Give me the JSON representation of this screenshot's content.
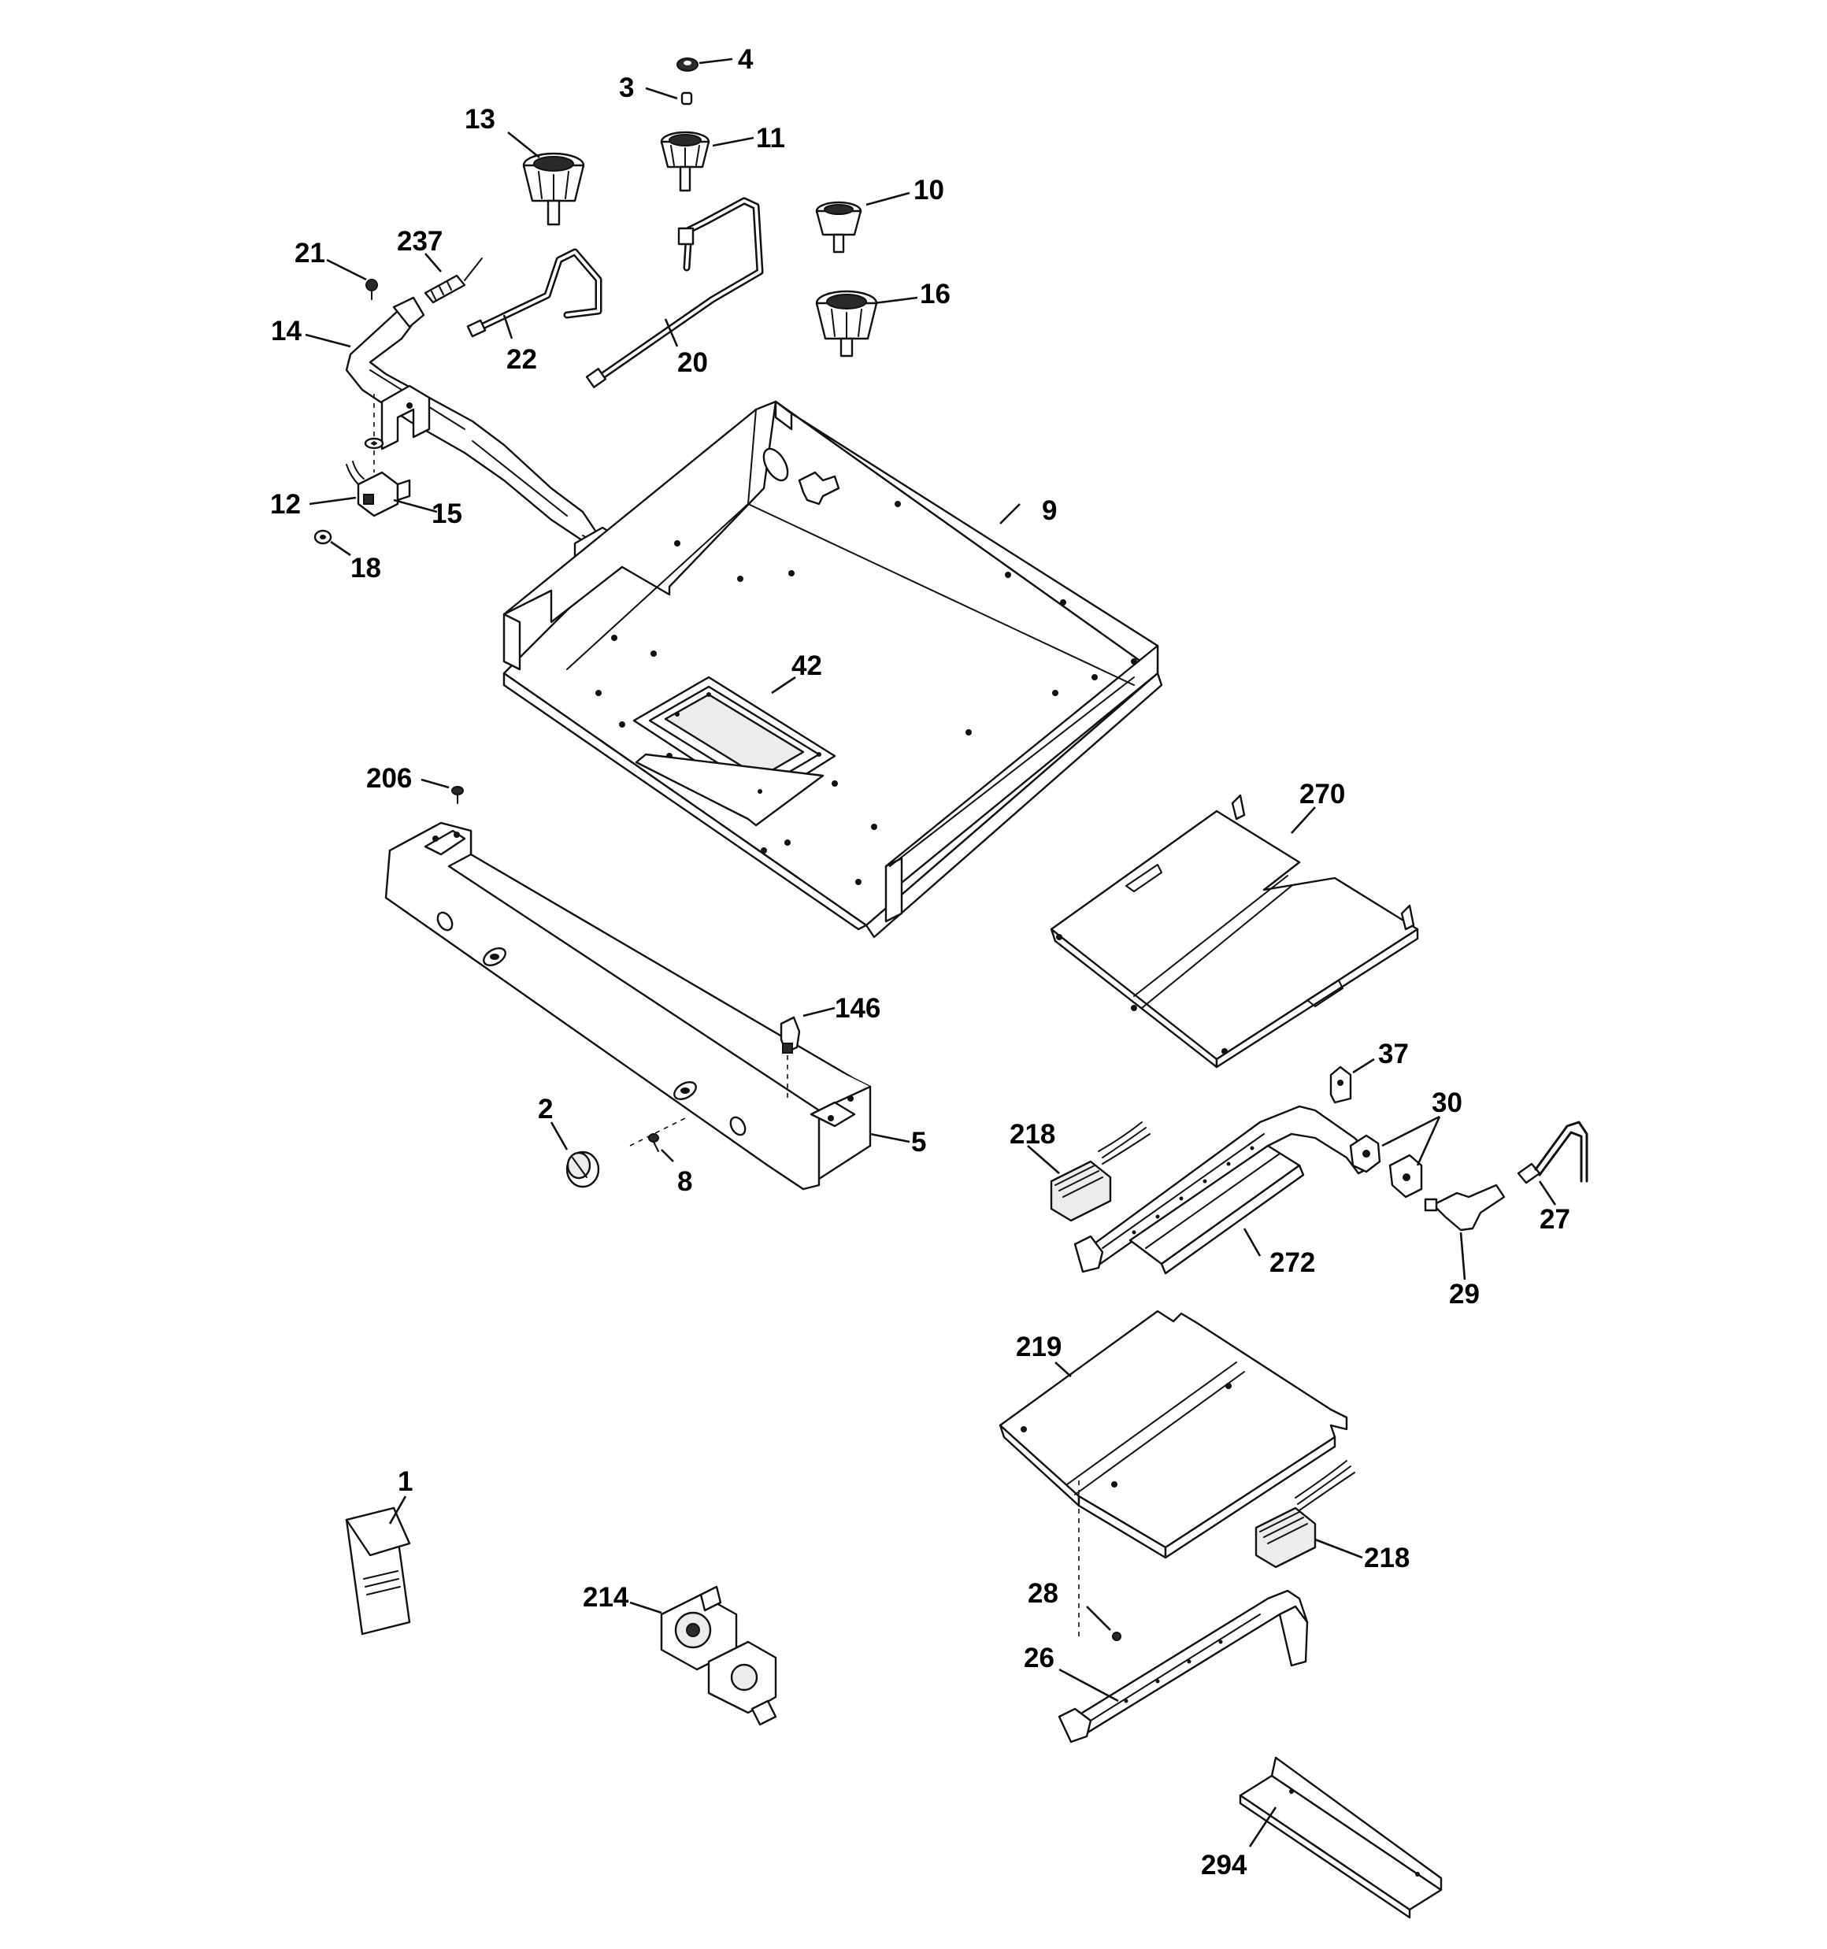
{
  "callouts": {
    "c1": "1",
    "c2": "2",
    "c3": "3",
    "c4": "4",
    "c5": "5",
    "c8": "8",
    "c9": "9",
    "c10": "10",
    "c11": "11",
    "c12": "12",
    "c13": "13",
    "c14": "14",
    "c15": "15",
    "c16": "16",
    "c18": "18",
    "c20": "20",
    "c21": "21",
    "c22": "22",
    "c26": "26",
    "c27": "27",
    "c28": "28",
    "c29": "29",
    "c30": "30",
    "c37": "37",
    "c42": "42",
    "c146": "146",
    "c206": "206",
    "c214": "214",
    "c218a": "218",
    "c218b": "218",
    "c219": "219",
    "c237": "237",
    "c270": "270",
    "c272": "272",
    "c294": "294"
  }
}
